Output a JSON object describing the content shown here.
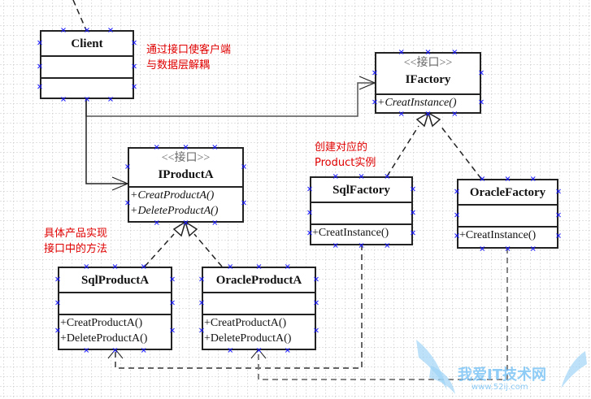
{
  "diagram": {
    "type": "UML class diagram",
    "classes": {
      "client": {
        "name": "Client",
        "operations": []
      },
      "ifactory": {
        "stereotype": "<<接口>>",
        "name": "IFactory",
        "operations": [
          "+CreatInstance()"
        ]
      },
      "iproducta": {
        "stereotype": "<<接口>>",
        "name": "IProductA",
        "operations": [
          "+CreatProductA()",
          "+DeleteProductA()"
        ]
      },
      "sqlfactory": {
        "name": "SqlFactory",
        "operations": [
          "+CreatInstance()"
        ]
      },
      "oraclefactory": {
        "name": "OracleFactory",
        "operations": [
          "+CreatInstance()"
        ]
      },
      "sqlproducta": {
        "name": "SqlProductA",
        "operations": [
          "+CreatProductA()",
          "+DeleteProductA()"
        ]
      },
      "oracleproducta": {
        "name": "OracleProductA",
        "operations": [
          "+CreatProductA()",
          "+DeleteProductA()"
        ]
      }
    },
    "notes": {
      "client_note": [
        "通过接口使客户端",
        "与数据层解耦"
      ],
      "factory_note": [
        "创建对应的",
        "Product实例"
      ],
      "product_note": [
        "具体产品实现",
        "接口中的方法"
      ]
    },
    "relations": [
      {
        "from": "Client",
        "to": "IFactory",
        "kind": "association"
      },
      {
        "from": "Client",
        "to": "IProductA",
        "kind": "association"
      },
      {
        "from": "SqlFactory",
        "to": "IFactory",
        "kind": "realization"
      },
      {
        "from": "OracleFactory",
        "to": "IFactory",
        "kind": "realization"
      },
      {
        "from": "SqlProductA",
        "to": "IProductA",
        "kind": "realization"
      },
      {
        "from": "OracleProductA",
        "to": "IProductA",
        "kind": "realization"
      },
      {
        "from": "SqlFactory",
        "to": "SqlProductA",
        "kind": "dependency"
      },
      {
        "from": "OracleFactory",
        "to": "OracleProductA",
        "kind": "dependency"
      }
    ],
    "colors": {
      "note": "#e00000",
      "line": "#222222",
      "grid": "#bdbdbd",
      "handle": "#1a1aff",
      "watermark": "#7cc4f5"
    }
  },
  "watermark": {
    "title": "我爱IT技术网",
    "url": "www.52ij.com"
  }
}
